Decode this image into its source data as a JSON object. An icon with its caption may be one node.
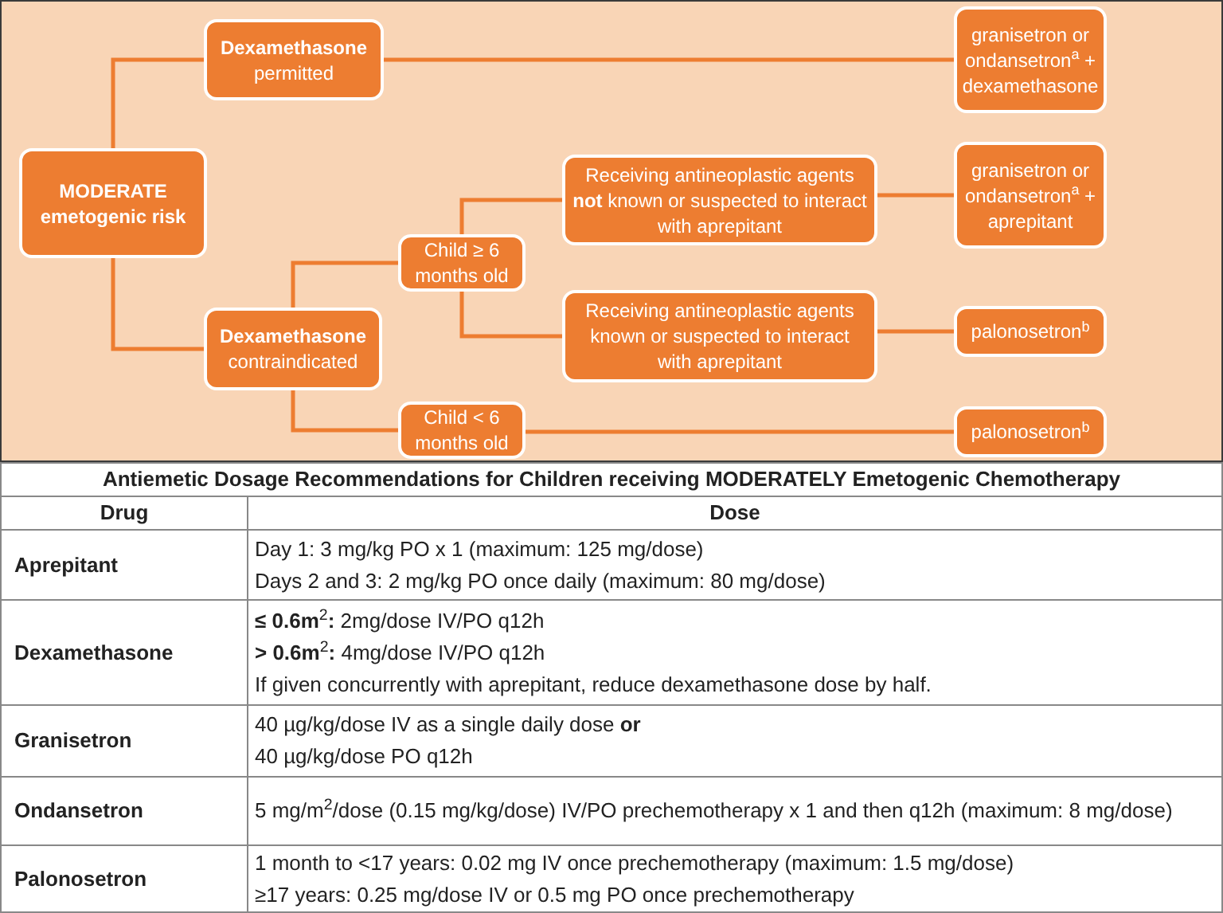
{
  "diagram": {
    "nodes": [
      {
        "text": [
          "MODERATE emetogenic risk"
        ]
      },
      {
        "text": [
          "Dexamethasone",
          "permitted"
        ]
      },
      {
        "text": [
          "granisetron or ondansetron$^{a}$ + dexamethasone"
        ]
      },
      {
        "text": [
          "Dexamethasone",
          "contraindicated"
        ]
      },
      {
        "text": [
          "Child ≥ 6 months old"
        ]
      },
      {
        "text": [
          "Receiving antineoplastic agents **not** known or suspected to interact with aprepitant"
        ]
      },
      {
        "text": [
          "granisetron or ondansetron$^{a}$ + aprepitant"
        ]
      },
      {
        "text": [
          "Receiving antineoplastic agents known or suspected to interact with aprepitant"
        ]
      },
      {
        "text": [
          "palonosetron$^{b}$"
        ]
      },
      {
        "text": [
          "Child < 6 months old"
        ]
      },
      {
        "text": [
          "palonosetron$^{b}$"
        ]
      }
    ],
    "edges": [
      {
        "from": 0,
        "to": 1,
        "arrow": "none"
      },
      {
        "from": 0,
        "to": 3,
        "arrow": "none"
      },
      {
        "from": 1,
        "to": 2,
        "arrow": "none"
      },
      {
        "from": 3,
        "to": 4,
        "arrow": "none"
      },
      {
        "from": 3,
        "to": 9,
        "arrow": "none"
      },
      {
        "from": 4,
        "to": 5,
        "arrow": "none"
      },
      {
        "from": 4,
        "to": 7,
        "arrow": "none"
      },
      {
        "from": 5,
        "to": 6,
        "arrow": "none"
      },
      {
        "from": 7,
        "to": 8,
        "arrow": "none"
      },
      {
        "from": 9,
        "to": 10,
        "arrow": "none"
      }
    ],
    "labels": [
      "Antiemetic Dosage Recommendations for Children receiving MODERATELY Emetogenic Chemotherapy",
      "Drug",
      "Dose",
      "Aprepitant",
      "Day 1: 3 mg/kg PO x 1 (maximum: 125 mg/dose)",
      "Days 2 and 3: 2 mg/kg PO once daily (maximum: 80 mg/dose)",
      "Dexamethasone",
      "**≤ 0.6m**$^{2}$**:** 2mg/dose IV/PO q12h",
      "**> 0.6m**$^{2}$**:** 4mg/dose IV/PO q12h",
      "If given concurrently with aprepitant, reduce dexamethasone dose by half.",
      "Granisetron",
      "40 µg/kg/dose IV as a single daily dose **or**",
      "40 µg/kg/dose PO q12h",
      "Ondansetron",
      "5 mg/m$^{2}$/dose (0.15 mg/kg/dose) IV/PO prechemotherapy x 1 and then q12h (maximum: 8 mg/dose)",
      "Palonosetron",
      "1 month to <17 years: 0.02 mg IV once prechemotherapy (maximum: 1.5 mg/dose)",
      "≥17 years: 0.25 mg/dose IV or 0.5 mg PO once prechemotherapy"
    ]
  }
}
